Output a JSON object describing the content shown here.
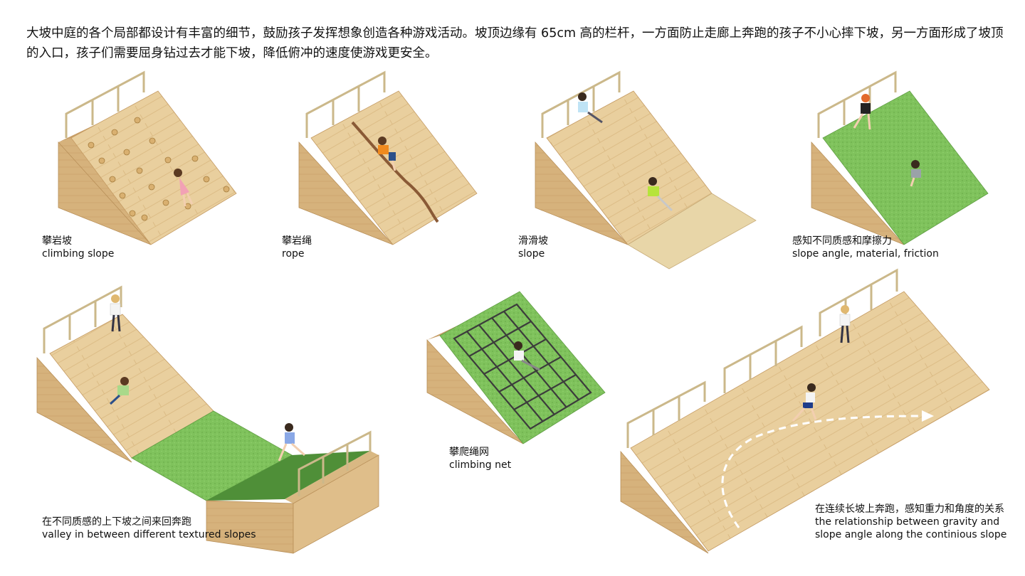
{
  "intro": "大坡中庭的各个局部都设计有丰富的细节，鼓励孩子发挥想象创造各种游戏活动。坡顶边缘有 65cm 高的栏杆，一方面防止走廊上奔跑的孩子不小心摔下坡，另一方面形成了坡顶的入口，孩子们需要屈身钻过去才能下坡，降低俯冲的速度使游戏更安全。",
  "captions": [
    {
      "zh": "攀岩坡",
      "en": "climbing slope"
    },
    {
      "zh": "攀岩绳",
      "en": "rope"
    },
    {
      "zh": "滑滑坡",
      "en": "slope"
    },
    {
      "zh": "感知不同质感和摩擦力",
      "en": "slope angle, material, friction"
    },
    {
      "zh": "在不同质感的上下坡之间来回奔跑",
      "en": "valley in between different textured slopes"
    },
    {
      "zh": "攀爬绳网",
      "en": "climbing net"
    },
    {
      "zh": "在连续长坡上奔跑，感知重力和角度的关系",
      "en": "the relationship between gravity and",
      "en2": "slope angle along the continious slope"
    }
  ],
  "colors": {
    "wood_top": "#e8cc98",
    "wood_side": "#d4b07a",
    "wood_end": "#c49a62",
    "grass": "#7cbf5a",
    "grass_dark": "#4e8d38",
    "rail": "#cbb88a"
  }
}
